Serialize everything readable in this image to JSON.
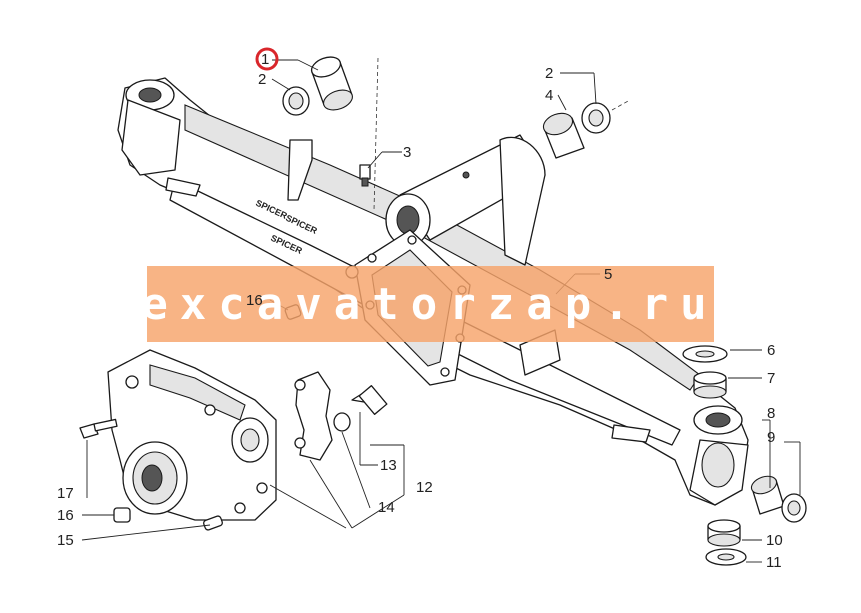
{
  "callouts": [
    {
      "id": "c1",
      "text": "1",
      "highlight": true
    },
    {
      "id": "c2a",
      "text": "2"
    },
    {
      "id": "c2b",
      "text": "2"
    },
    {
      "id": "c3",
      "text": "3"
    },
    {
      "id": "c4",
      "text": "4"
    },
    {
      "id": "c5",
      "text": "5"
    },
    {
      "id": "c6",
      "text": "6"
    },
    {
      "id": "c7",
      "text": "7"
    },
    {
      "id": "c8",
      "text": "8"
    },
    {
      "id": "c9",
      "text": "9"
    },
    {
      "id": "c10",
      "text": "10"
    },
    {
      "id": "c11",
      "text": "11"
    },
    {
      "id": "c12",
      "text": "12"
    },
    {
      "id": "c13",
      "text": "13"
    },
    {
      "id": "c14",
      "text": "14"
    },
    {
      "id": "c15",
      "text": "15"
    },
    {
      "id": "c16a",
      "text": "16"
    },
    {
      "id": "c16b",
      "text": "16"
    },
    {
      "id": "c17",
      "text": "17"
    }
  ],
  "watermark": {
    "text": "excavatorzap.ru"
  },
  "highlight_color": "#d9262b",
  "watermark_color": "#f6a46a",
  "casting_marks": [
    "SPICER",
    "SPICER",
    "SPICER"
  ]
}
